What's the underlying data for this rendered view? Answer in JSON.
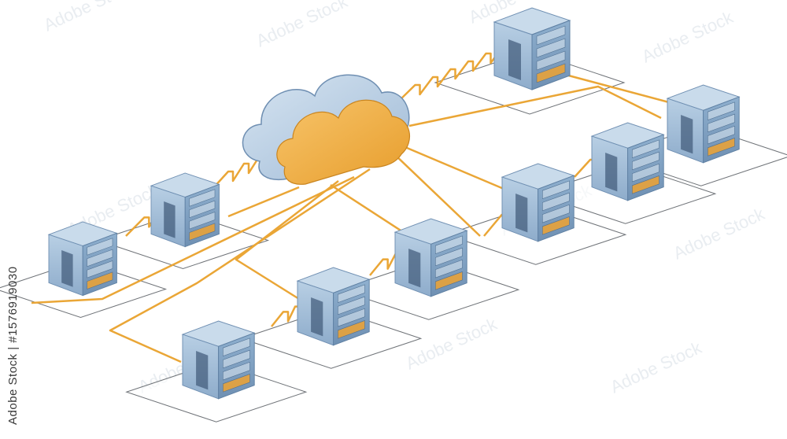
{
  "watermark": {
    "side_text": "Adobe Stock | #1576919030",
    "pattern_text": "Adobe Stock"
  },
  "colors": {
    "background": "#ffffff",
    "server_face": "#a9c3dc",
    "server_top": "#c9dbeb",
    "server_side": "#7f9fc0",
    "cloud_blue": "#b7cee3",
    "cloud_orange": "#f0b048",
    "cable": "#eaa636",
    "platform_line": "#6f7378"
  },
  "scene": {
    "cloud": {
      "name": "cloud",
      "icon": "cloud-icon"
    },
    "servers": [
      {
        "name": "server-rack-top-right",
        "icon": "server-icon"
      },
      {
        "name": "server-rack-far-right",
        "icon": "server-icon"
      },
      {
        "name": "server-rack-mid-right-upper",
        "icon": "server-icon"
      },
      {
        "name": "server-rack-mid-right",
        "icon": "server-icon"
      },
      {
        "name": "server-rack-center",
        "icon": "server-icon"
      },
      {
        "name": "server-rack-left-upper",
        "icon": "server-icon"
      },
      {
        "name": "server-rack-far-left",
        "icon": "server-icon"
      },
      {
        "name": "server-rack-center-low",
        "icon": "server-icon"
      },
      {
        "name": "server-rack-bottom-left",
        "icon": "server-icon"
      }
    ]
  }
}
